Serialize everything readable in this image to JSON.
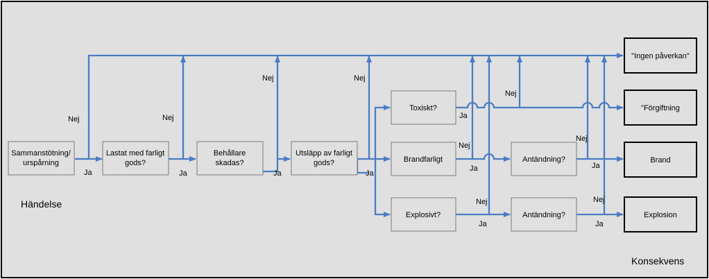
{
  "nodes": {
    "start": [
      "Sammanstötning/",
      "urspårning"
    ],
    "dangerous_goods": [
      "Lastat med farligt",
      "gods?"
    ],
    "container": [
      "Behållare",
      "skadas?"
    ],
    "release": [
      "Utsläpp av farligt",
      "gods?"
    ],
    "toxic": [
      "Toxiskt?"
    ],
    "flammable": [
      "Brandfarligt"
    ],
    "explosive": [
      "Explosivt?"
    ],
    "ignition1": [
      "Antändning?"
    ],
    "ignition2": [
      "Antändning?"
    ]
  },
  "outcomes": {
    "no_impact": "\"Ingen påverkan\"",
    "poisoning": "\"Förgiftning",
    "fire": "Brand",
    "explosion": "Explosion"
  },
  "labels": {
    "yes": "Ja",
    "no": "Nej",
    "event": "Händelse",
    "consequence": "Konsekvens"
  }
}
